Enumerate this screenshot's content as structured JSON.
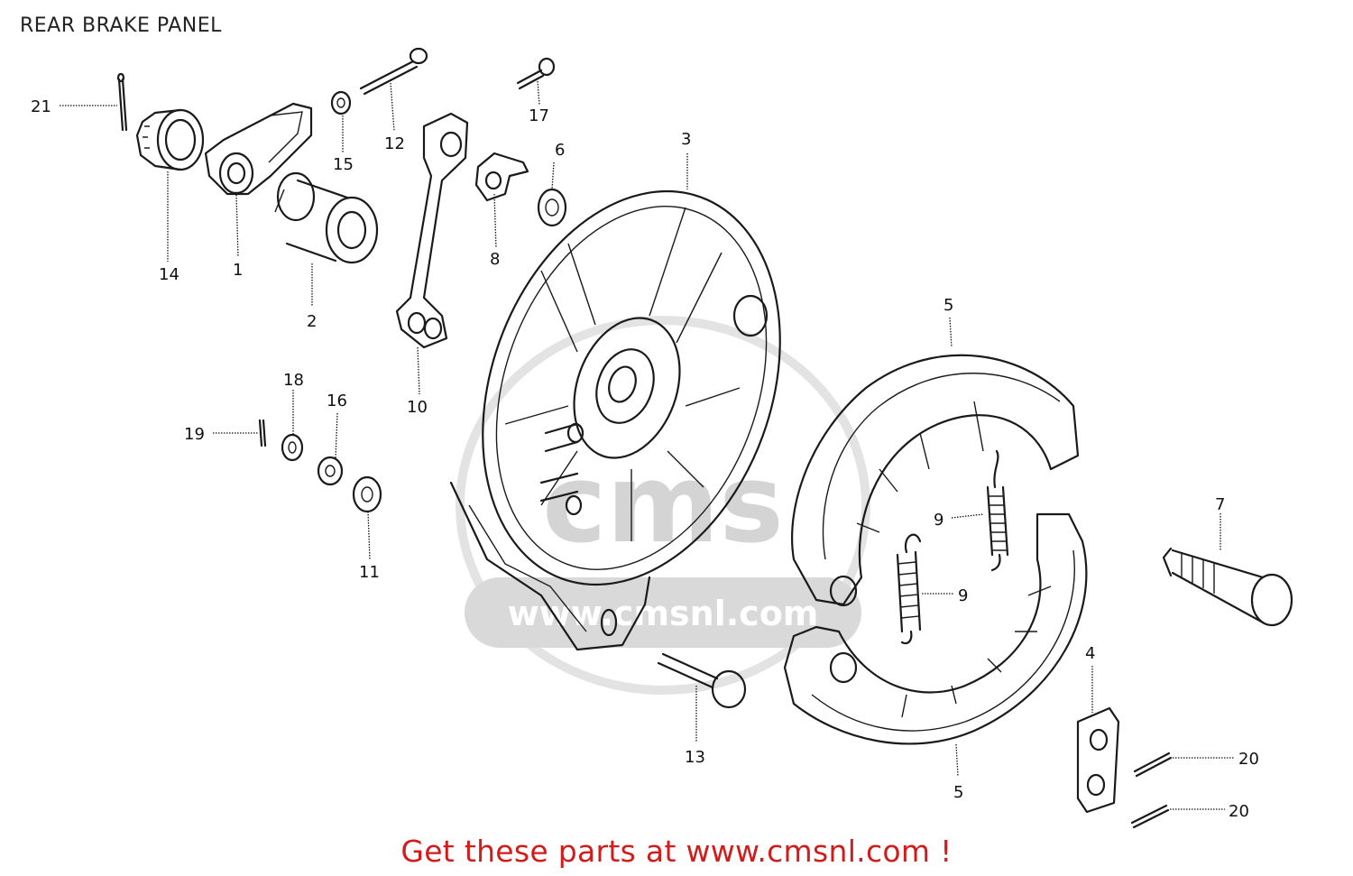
{
  "title": "REAR BRAKE PANEL",
  "footer": {
    "text": "Get these parts at www.cmsnl.com !",
    "color": "#d11c1c"
  },
  "watermark": {
    "big": "cms",
    "url": "www.cmsnl.com"
  },
  "callouts": [
    "21",
    "14",
    "1",
    "2",
    "15",
    "12",
    "17",
    "6",
    "8",
    "3",
    "10",
    "18",
    "16",
    "19",
    "11",
    "5",
    "9",
    "9",
    "7",
    "13",
    "4",
    "5",
    "20",
    "20"
  ]
}
